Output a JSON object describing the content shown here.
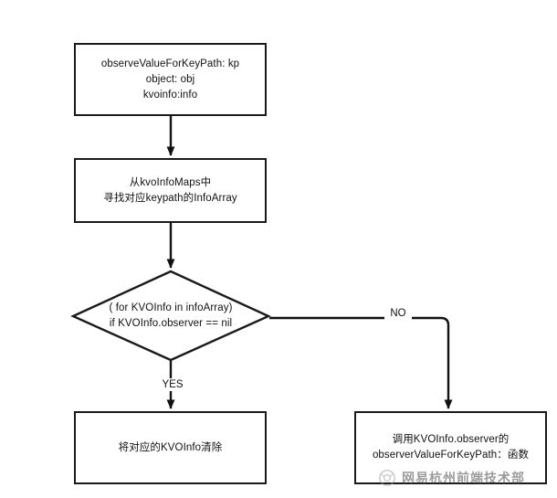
{
  "diagram": {
    "title": "KVO observeValueForKeyPath flowchart",
    "background_color": "#ffffff",
    "stroke_color": "#1a1a1a",
    "nodes": {
      "start": {
        "shape": "process",
        "text": "observeValueForKeyPath: kp\nobject: obj\nkvoinfo:info"
      },
      "lookup": {
        "shape": "process",
        "text": "从kvoInfoMaps中\n寻找对应keypath的InfoArray"
      },
      "decision": {
        "shape": "diamond",
        "text": "( for KVOInfo in infoArray)\nif KVOInfo.observer == nil"
      },
      "clear": {
        "shape": "process",
        "text": "将对应的KVOInfo清除"
      },
      "callback": {
        "shape": "process",
        "text": "调用KVOInfo.observer的\nobserverValueForKeyPath：函数"
      }
    },
    "edges": {
      "yes_label": "YES",
      "no_label": "NO"
    },
    "watermark": {
      "text": "网易杭州前端技术部",
      "logo_icon": "circle-logo-icon"
    }
  }
}
